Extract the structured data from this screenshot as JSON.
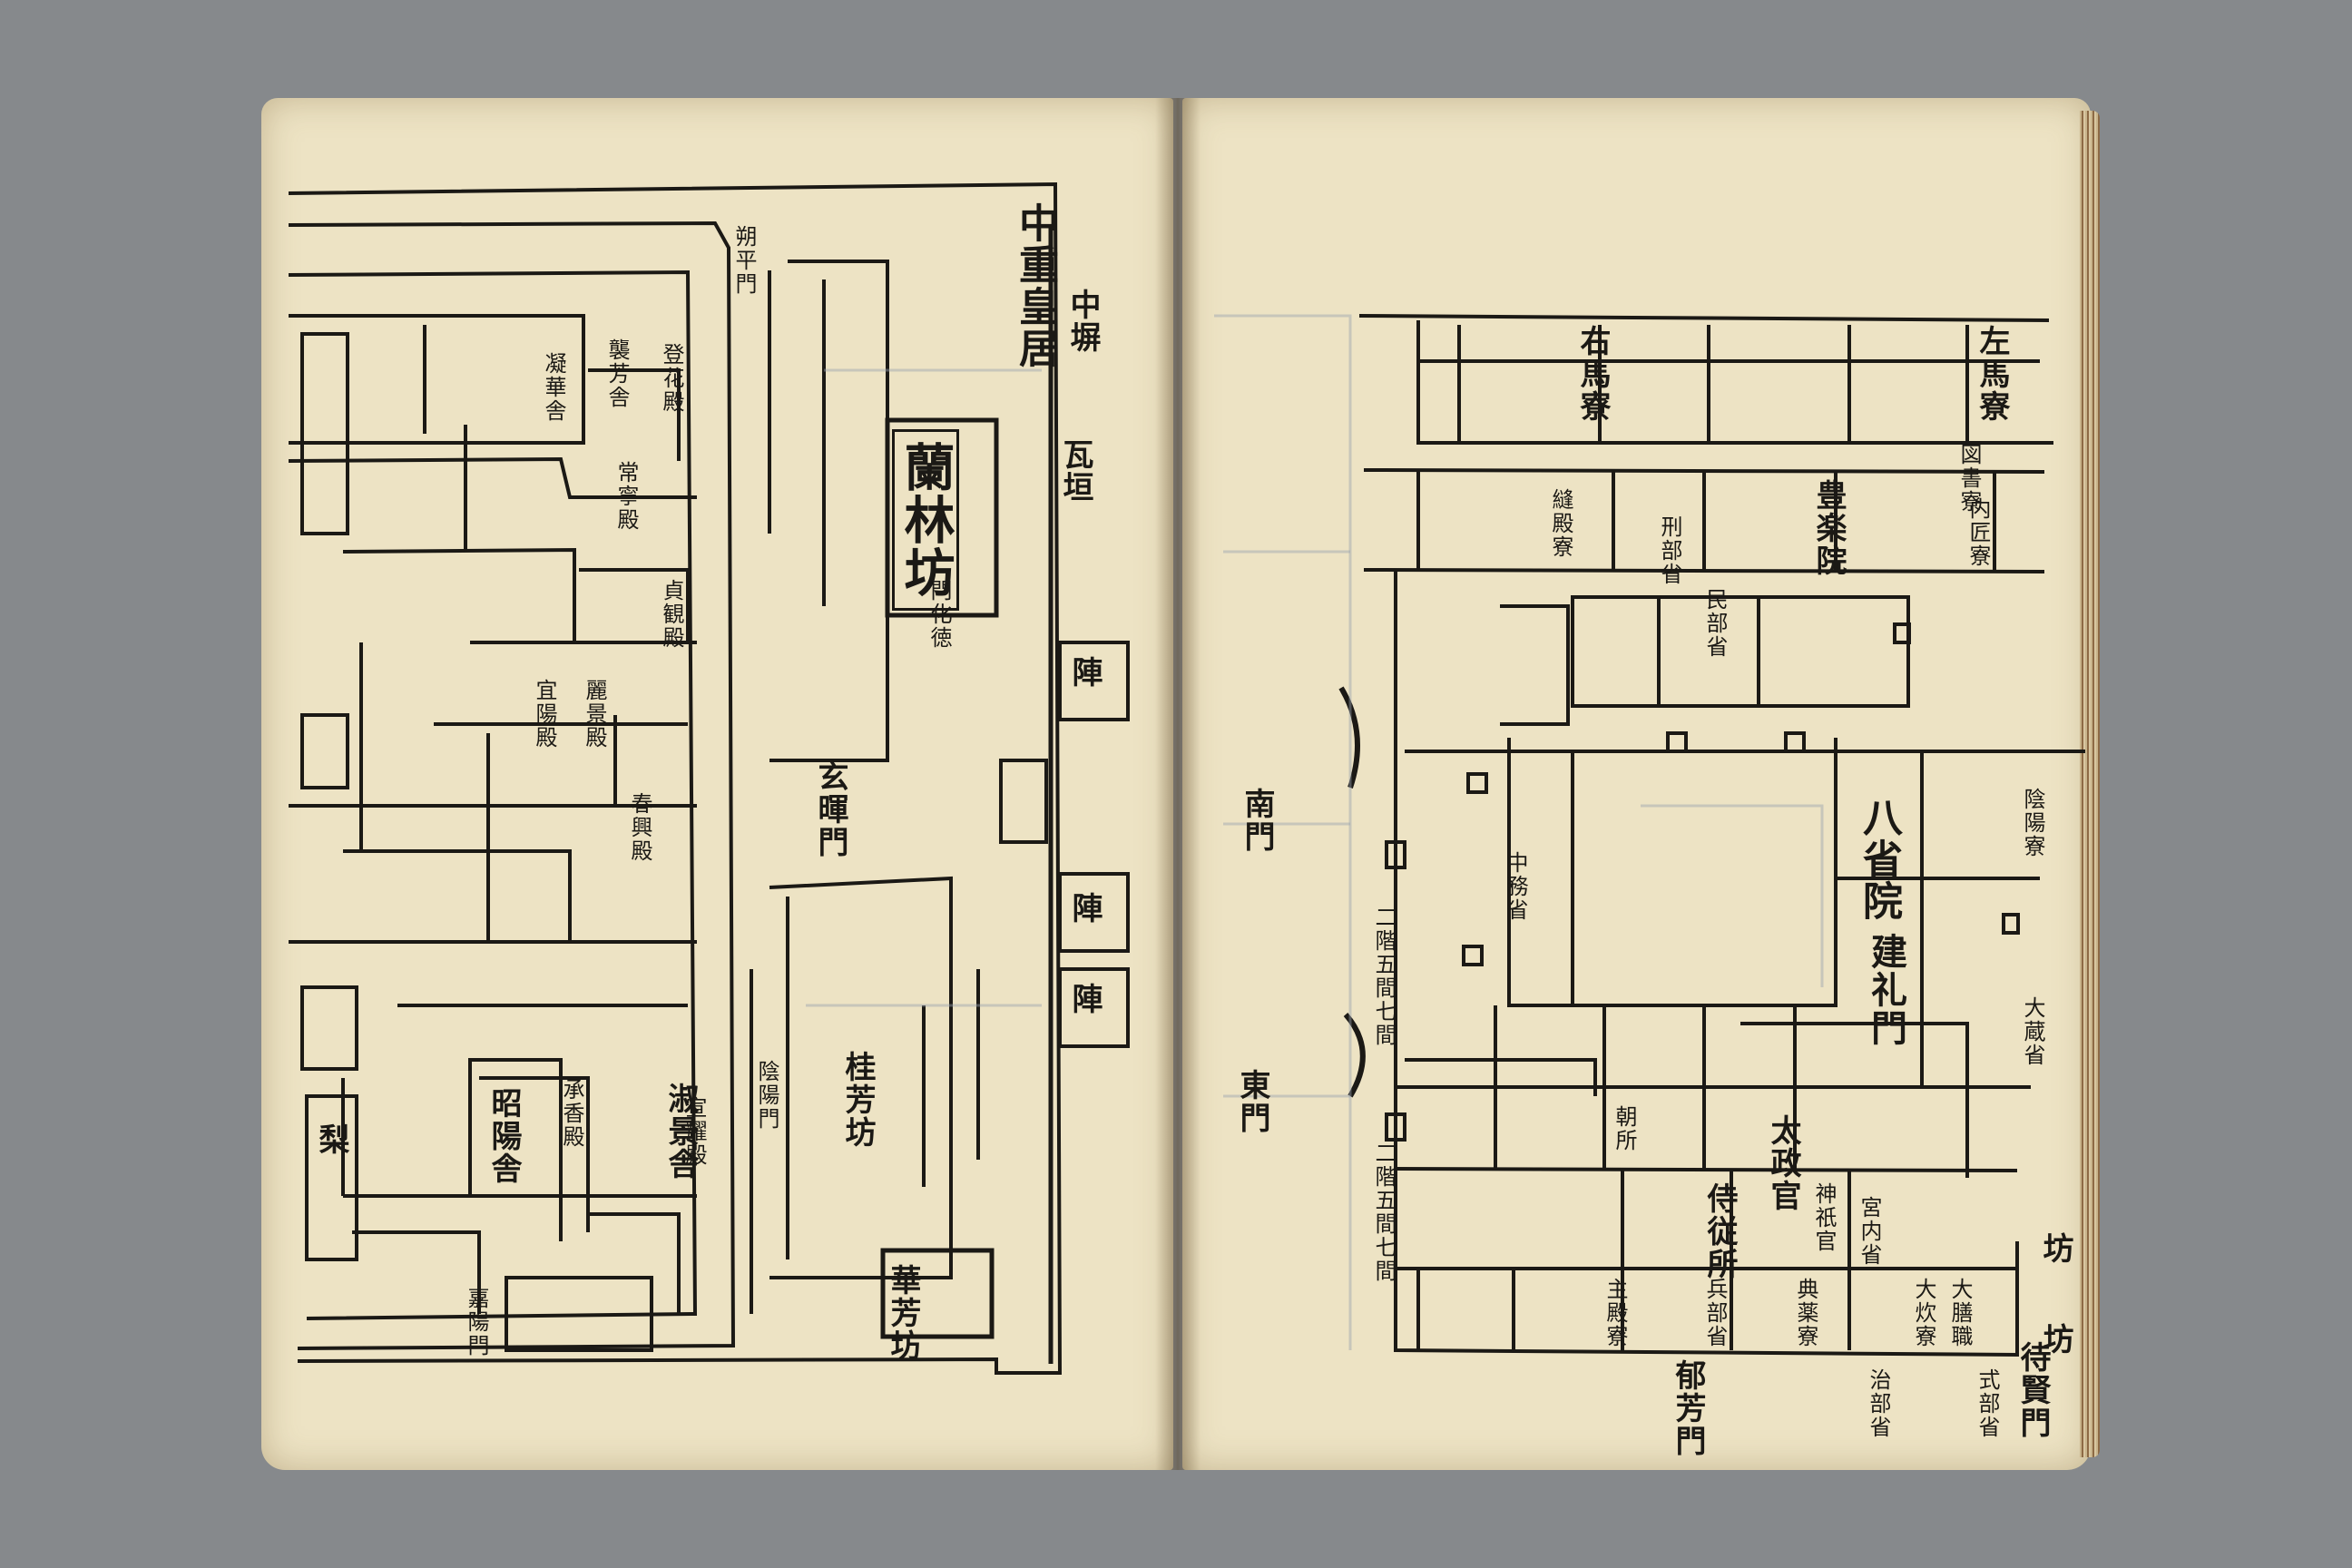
{
  "left_page": {
    "large_labels": {
      "ranlin_ward": "蘭林坊",
      "huafang_ward": "華芳坊",
      "central_palace": "中重皇居",
      "wall": "瓦垣",
      "central_wall_label": "中塀"
    },
    "small_labels": [
      "門化徳",
      "陰陽門",
      "昭陽舎",
      "淑景舎",
      "嘉陽門",
      "宜陽殿",
      "春興殿",
      "麗景殿",
      "貞観殿",
      "常寧殿",
      "承香殿",
      "宣耀殿",
      "登花殿",
      "凝華舎",
      "襲芳舎",
      "玄暉門",
      "朔平門",
      "桂芳坊",
      "陣",
      "梨"
    ]
  },
  "right_page": {
    "large_labels": {
      "hasshoin": "八省院",
      "buraku_in": "豊楽院",
      "kenrei_mon": "建礼門",
      "taiken_mon": "待賢門",
      "ikuho_mon": "郁芳門"
    },
    "small_labels": [
      "左馬寮",
      "右馬寮",
      "内匠寮",
      "縫殿寮",
      "中務省",
      "図書寮",
      "陰陽寮",
      "大蔵省",
      "宮内省",
      "民部省",
      "刑部省",
      "治部省",
      "式部省",
      "兵部省",
      "大炊寮",
      "大膳職",
      "侍従所",
      "神祇官",
      "太政官",
      "朝所",
      "典薬寮",
      "主殿寮",
      "二階五間七間",
      "東門",
      "南門",
      "坊"
    ]
  },
  "colors": {
    "page": "#ede3c4",
    "ink": "#1b1915",
    "ghost_ink": "#9aa2b0",
    "background": "#86898c"
  }
}
